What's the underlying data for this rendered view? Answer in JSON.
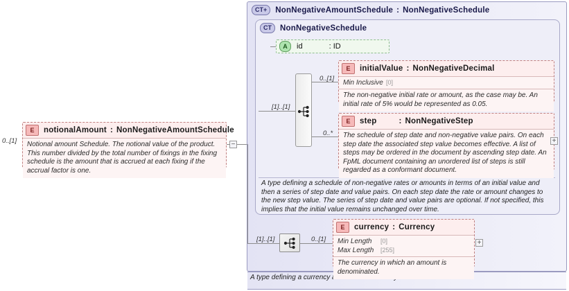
{
  "diagram": {
    "kind": "xsd-schema-diagram"
  },
  "root_element": {
    "badge": "E",
    "name": "notionalAmount",
    "separator": ":",
    "type": "NonNegativeAmountSchedule",
    "cardinality": "0..[1]",
    "documentation": "Notional amount Schedule. The notional value of the product. This number divided by the total number of fixings in the fixing schedule is the amount that is accrued at each fixing if the accrual factor is one.",
    "collapse_toggle": "−"
  },
  "complex_type": {
    "badge": "CT+",
    "name": "NonNegativeAmountSchedule",
    "separator": ":",
    "base": "NonNegativeSchedule",
    "annotation": "A type defining a currency amount or a currency amount schedule."
  },
  "inner_type": {
    "badge": "CT",
    "name": "NonNegativeSchedule",
    "annotation": "A type defining a schedule of non-negative rates or amounts in terms of an initial value and then a series of step date and value pairs. On each step date the rate or amount changes to the new step value. The series of step date and value pairs are optional. If not specified, this implies that the initial value remains unchanged over time."
  },
  "attribute": {
    "badge": "A",
    "name": "id",
    "separator": ":",
    "type": "ID"
  },
  "compositors": [
    {
      "id": "sequence-inner",
      "icon": "sequence-icon",
      "cardinality_left": "[1]..[1]"
    },
    {
      "id": "sequence-outer",
      "icon": "sequence-icon",
      "cardinality_left": "[1]..[1]",
      "cardinality_right": "0..[1]"
    }
  ],
  "elements": [
    {
      "badge": "E",
      "name": "initialValue",
      "separator": ":",
      "type": "NonNegativeDecimal",
      "cardinality": "0..[1]",
      "facets": [
        {
          "label": "Min Inclusive",
          "value": "[0]"
        }
      ],
      "documentation": "The non-negative initial rate or amount, as the case may be. An initial rate of 5% would be represented as 0.05."
    },
    {
      "badge": "E",
      "name": "step",
      "separator": ":",
      "type": "NonNegativeStep",
      "cardinality": "0..*",
      "facets": [],
      "documentation": "The schedule of step date and non-negative value pairs. On each step date the associated step value becomes effective. A list of steps may be ordered in the document by ascending step date. An FpML document containing an unordered list of steps is still regarded as a conformant document.",
      "expand_toggle": "+"
    },
    {
      "badge": "E",
      "name": "currency",
      "separator": ":",
      "type": "Currency",
      "cardinality": "0..[1]",
      "facets": [
        {
          "label": "Min Length",
          "value": "[0]"
        },
        {
          "label": "Max Length",
          "value": "[255]"
        }
      ],
      "documentation": "The currency in which an amount is denominated.",
      "expand_toggle": "+"
    }
  ],
  "colors": {
    "element_fill": "#fdeeee",
    "element_border": "#c08080",
    "type_fill": "#eeeef8",
    "type_border": "#9a9ac0",
    "attribute_fill": "#f0f8ee",
    "attribute_border": "#8fbf8f",
    "connector": "#8c8c8c"
  }
}
